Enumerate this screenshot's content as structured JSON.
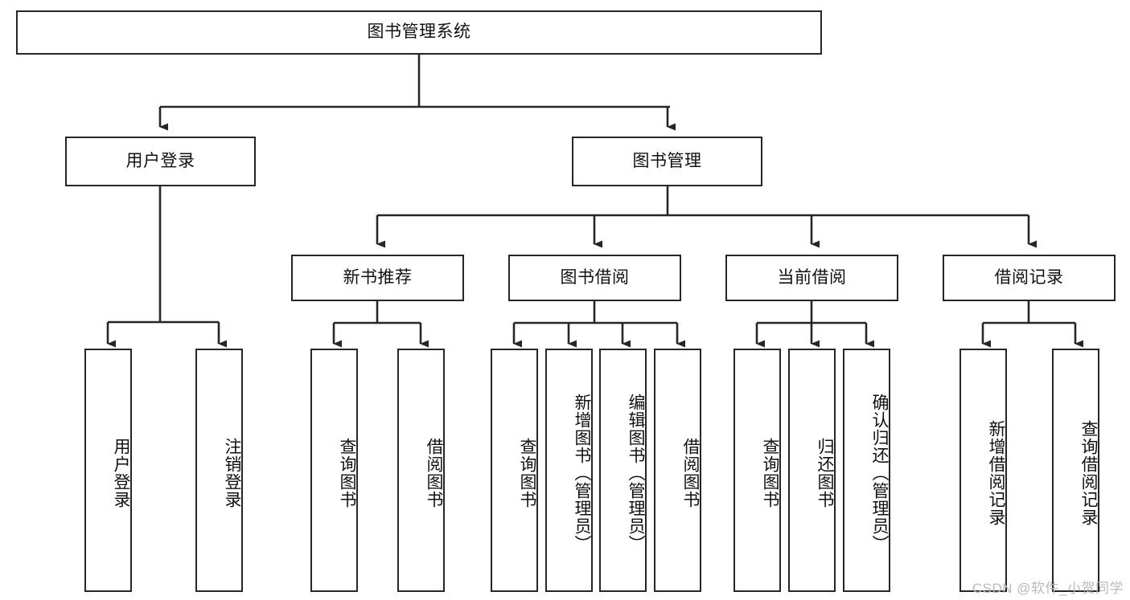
{
  "diagram": {
    "title": "图书管理系统",
    "type": "tree-hierarchy",
    "watermark": "CSDN @软件_小贺同学",
    "colors": {
      "box_border": "#262626",
      "box_fill": "#ffffff",
      "edge": "#262626",
      "text": "#111111",
      "watermark": "#b9b9b9",
      "background": "#ffffff"
    },
    "root": {
      "label": "图书管理系统"
    },
    "level2": [
      {
        "label": "用户登录"
      },
      {
        "label": "图书管理"
      }
    ],
    "level3": [
      {
        "label": "新书推荐"
      },
      {
        "label": "图书借阅"
      },
      {
        "label": "当前借阅"
      },
      {
        "label": "借阅记录"
      }
    ],
    "leaves": {
      "user_login": [
        {
          "label": "用户登录"
        },
        {
          "label": "注销登录"
        }
      ],
      "new_book_recommend": [
        {
          "label": "查询图书"
        },
        {
          "label": "借阅图书"
        }
      ],
      "book_borrow": [
        {
          "label": "查询图书"
        },
        {
          "label": "新增图书（管理员）"
        },
        {
          "label": "编辑图书（管理员）"
        },
        {
          "label": "借阅图书"
        }
      ],
      "current_borrow": [
        {
          "label": "查询图书"
        },
        {
          "label": "归还图书"
        },
        {
          "label": "确认归还（管理员）"
        }
      ],
      "borrow_record": [
        {
          "label": "新增借阅记录"
        },
        {
          "label": "查询借阅记录"
        }
      ]
    }
  }
}
